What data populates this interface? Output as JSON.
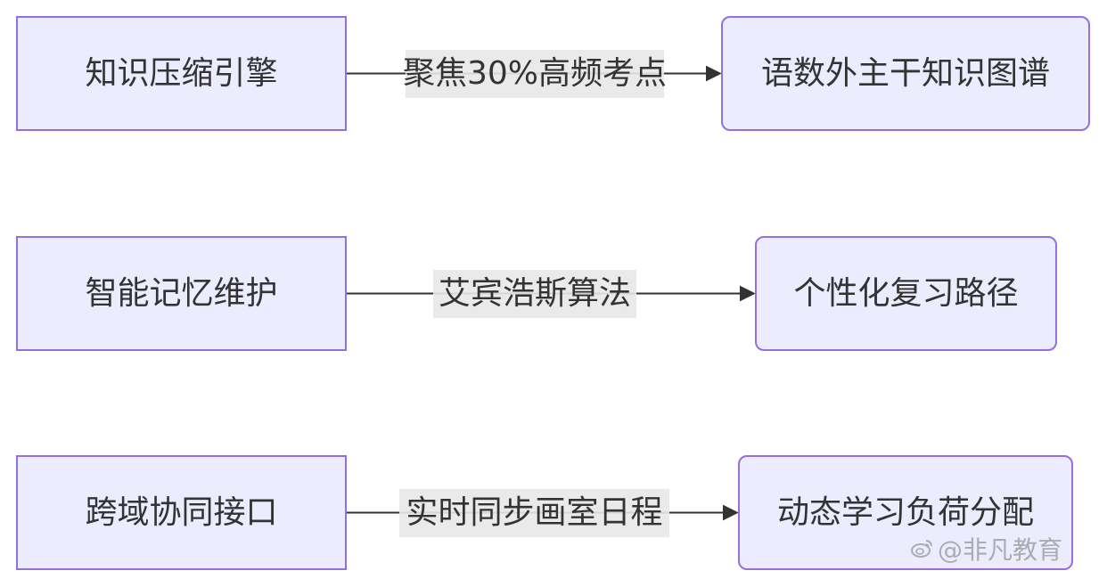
{
  "diagram": {
    "rows": [
      {
        "source": "知识压缩引擎",
        "label": "聚焦30%高频考点",
        "target": "语数外主干知识图谱"
      },
      {
        "source": "智能记忆维护",
        "label": "艾宾浩斯算法",
        "target": "个性化复习路径"
      },
      {
        "source": "跨域协同接口",
        "label": "实时同步画室日程",
        "target": "动态学习负荷分配"
      }
    ]
  },
  "watermark": {
    "text": "@非凡教育",
    "icon": "weibo-logo-icon"
  },
  "colors": {
    "node_fill": "#ECECFF",
    "node_stroke": "#9370DB",
    "edge": "#333333",
    "label_bg": "#e8e8e8",
    "text": "#333333"
  }
}
